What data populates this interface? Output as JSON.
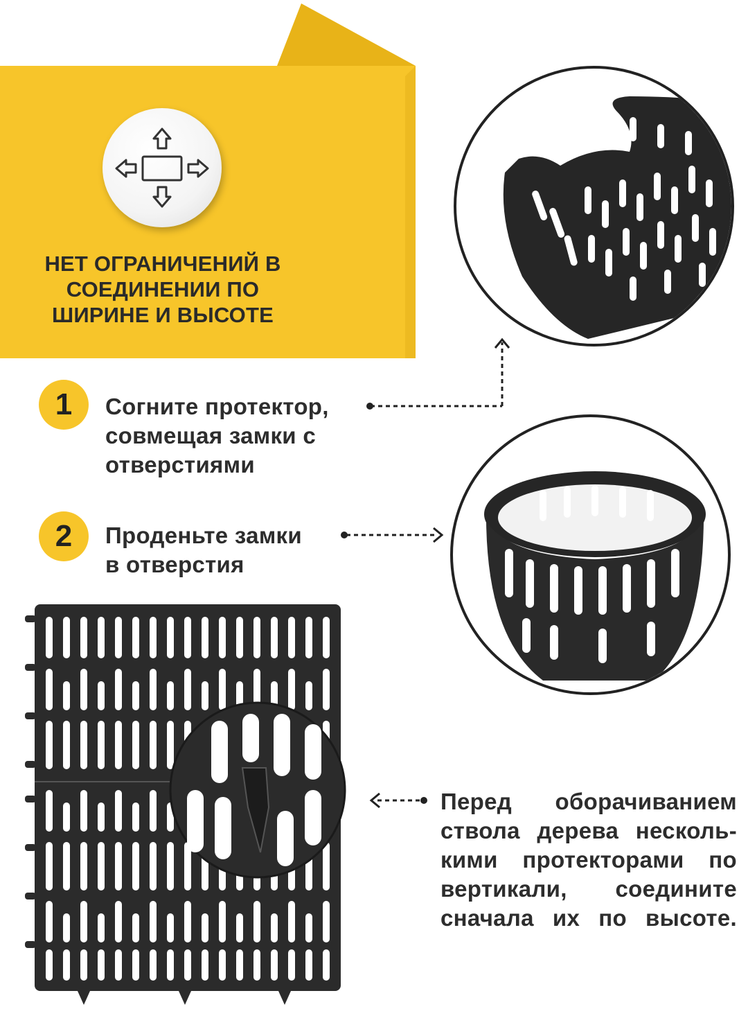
{
  "colors": {
    "accent": "#f7c52a",
    "accent_dark": "#e2ac12",
    "text": "#2d2d2d",
    "product": "#2b2b2b"
  },
  "feature": {
    "icon": "expand-arrows-icon",
    "text": "НЕТ ОГРАНИЧЕНИЙ В\nСОЕДИНЕНИИ ПО\nШИРИНЕ И ВЫСОТЕ"
  },
  "steps": [
    {
      "number": "1",
      "text": "Согните протектор,\nсовмещая  замки с\nотверстиями"
    },
    {
      "number": "2",
      "text": "Проденьте замки\nв отверстия"
    }
  ],
  "note": {
    "lines": [
      "Перед оборачиванием",
      "ствола дерева несколь-",
      "кими протекторами по",
      "вертикали, соедините",
      "сначала их по высоте."
    ]
  }
}
